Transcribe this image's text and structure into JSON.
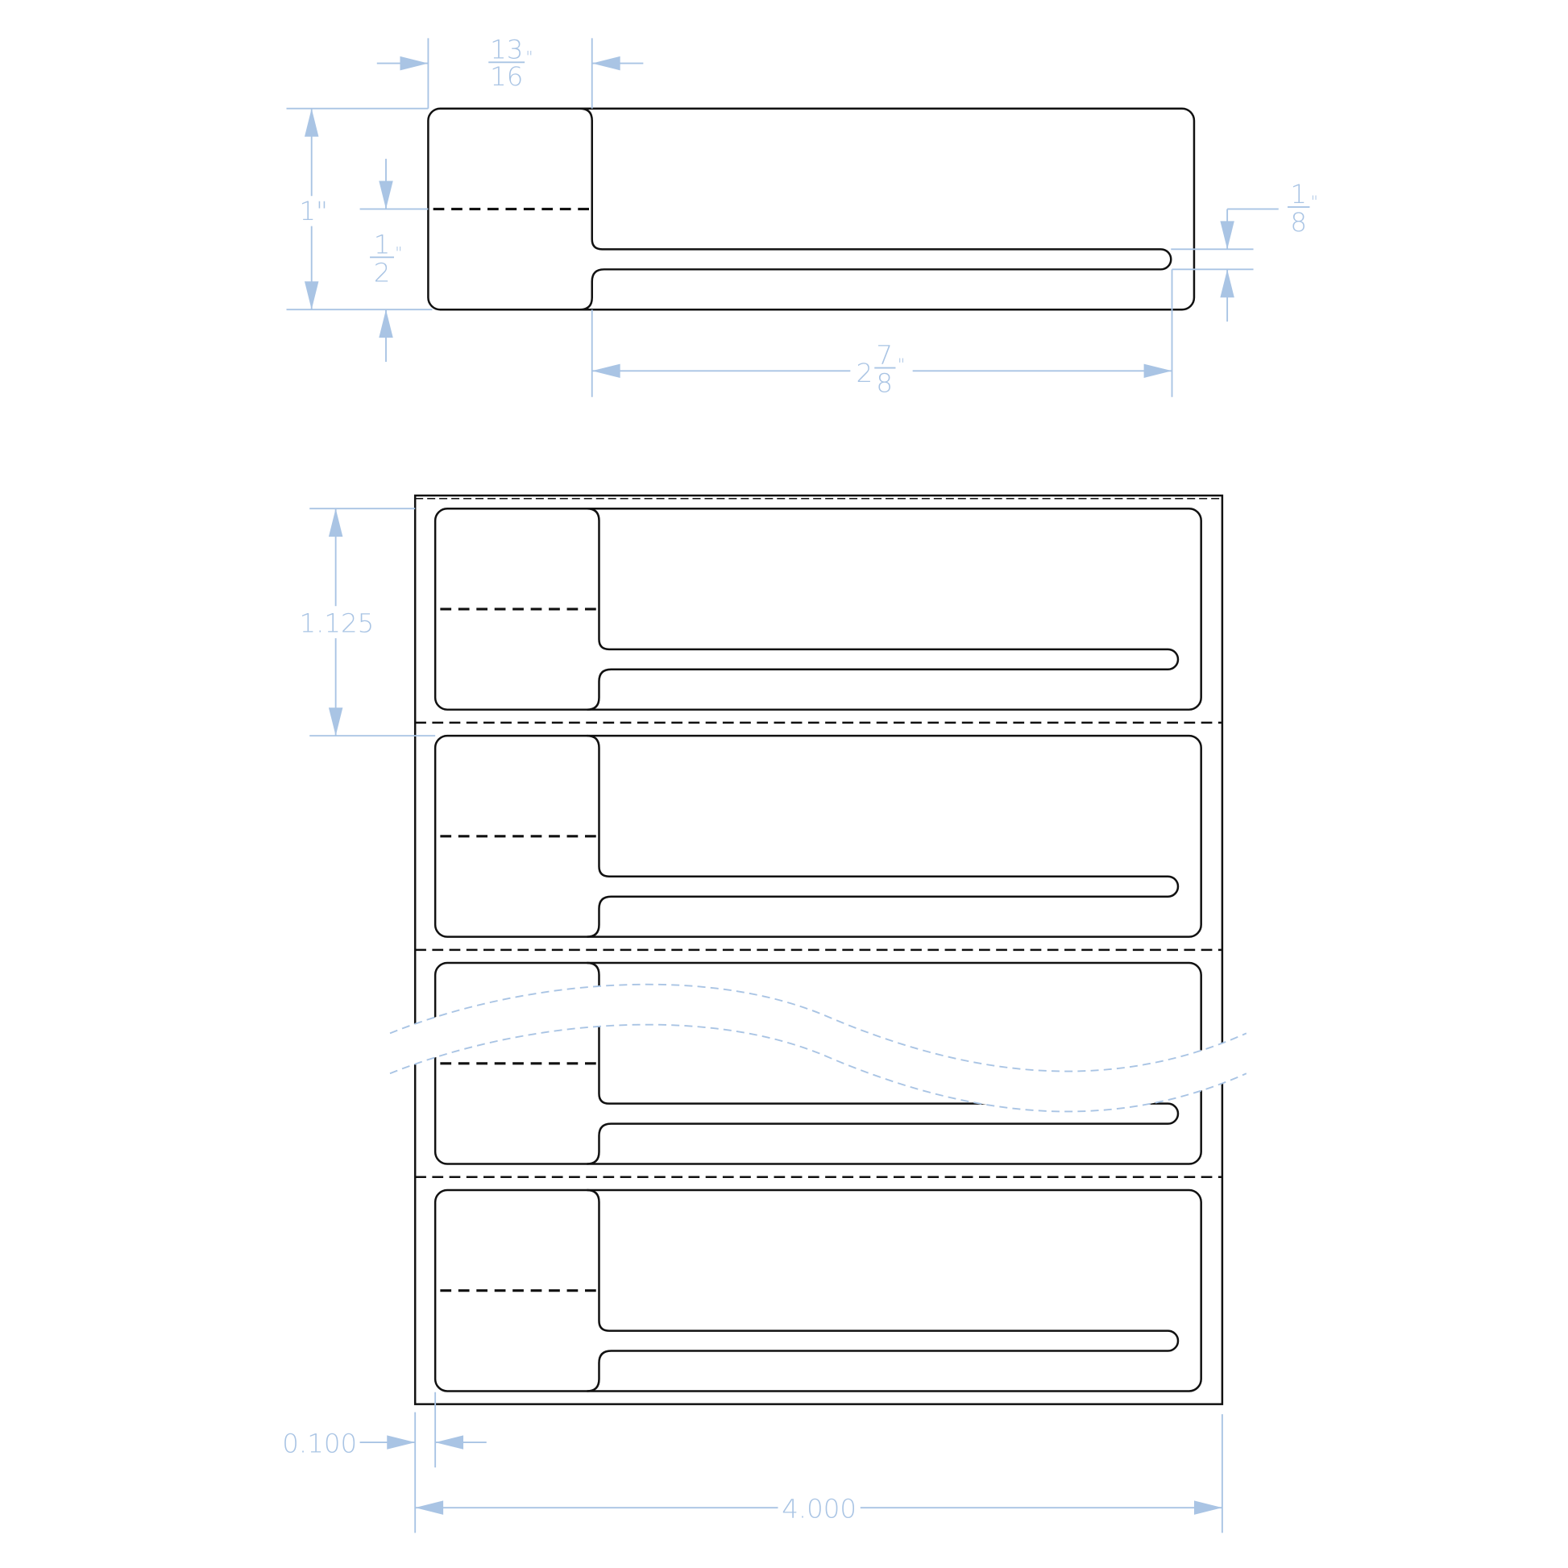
{
  "colors": {
    "outline": "#111111",
    "dimension": "#a9c4e4",
    "background": "#ffffff"
  },
  "dimensions": {
    "stub_width": {
      "num": "13",
      "den": "16",
      "unit": "\""
    },
    "label_height": {
      "text": "1\""
    },
    "perf_offset": {
      "num": "1",
      "den": "2",
      "unit": "\""
    },
    "slot_width": {
      "num": "1",
      "den": "8",
      "unit": "\""
    },
    "slot_length": {
      "whole": "2",
      "num": "7",
      "den": "8",
      "unit": "\""
    },
    "pitch": {
      "text": "1.125"
    },
    "liner_margin": {
      "text": "0.100"
    },
    "liner_width": {
      "text": "4.000"
    }
  },
  "roll": {
    "labels_shown": 4
  }
}
